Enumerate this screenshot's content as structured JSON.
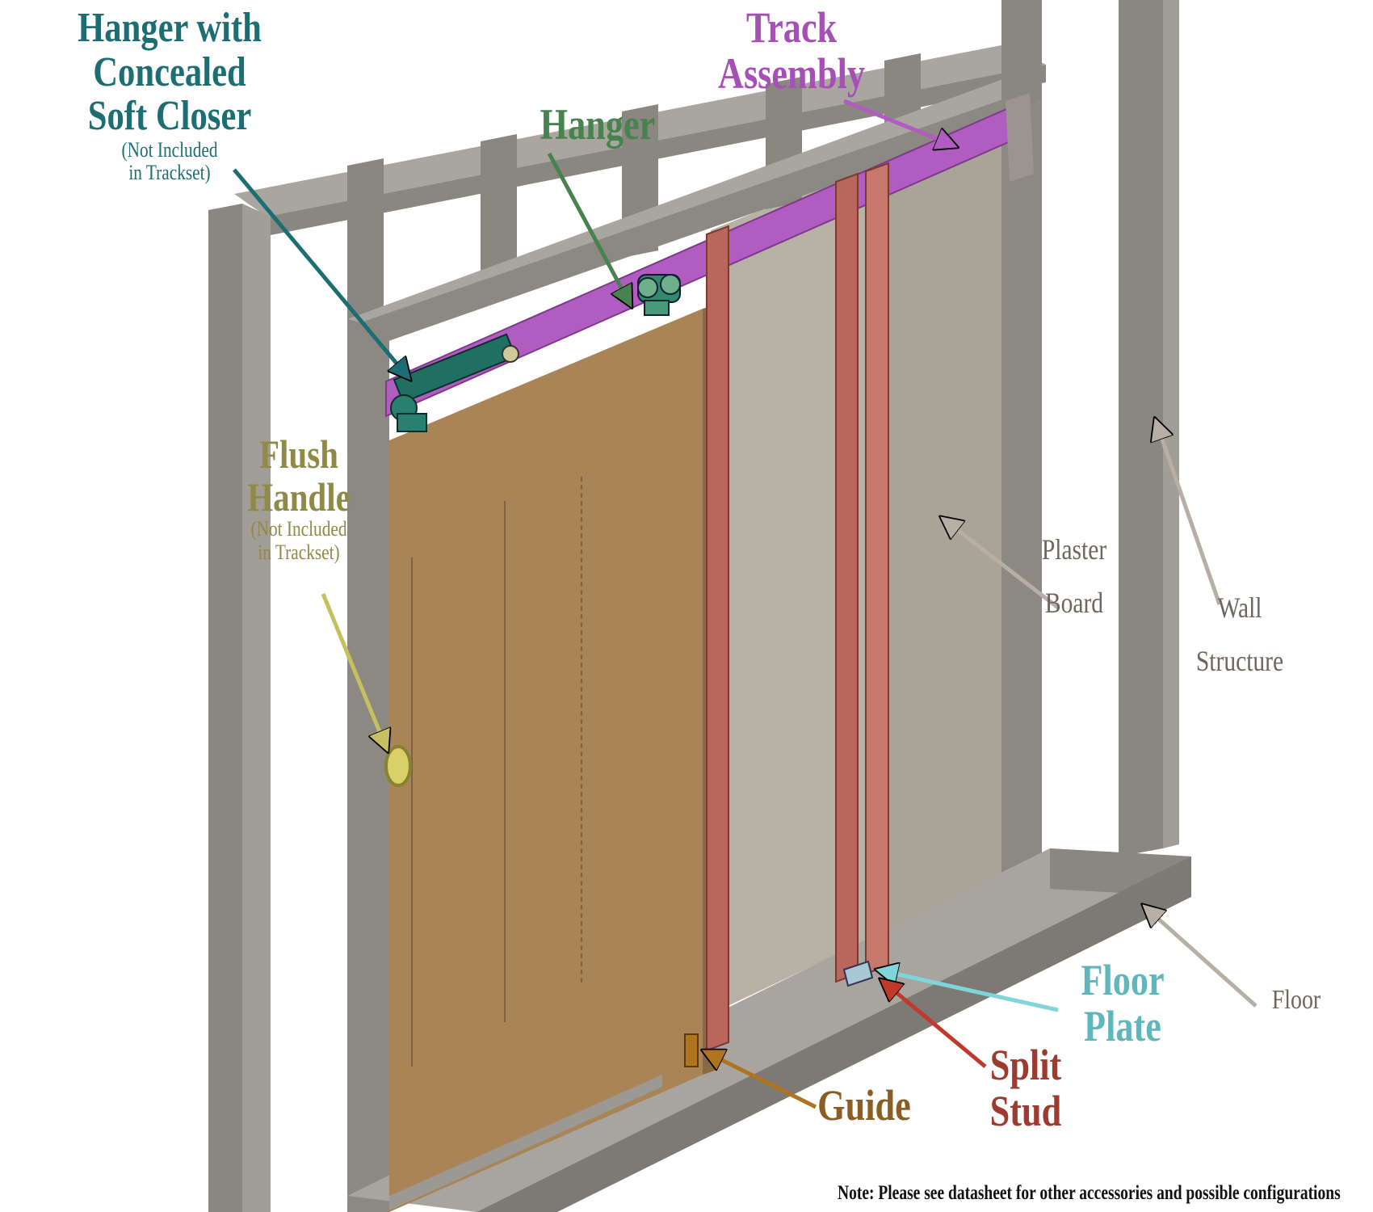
{
  "labels": {
    "closer": {
      "lines": [
        "Hanger with",
        "Concealed",
        "Soft Closer"
      ],
      "note": [
        "(Not Included",
        "in Trackset)"
      ]
    },
    "hanger": {
      "lines": [
        "Hanger"
      ]
    },
    "track": {
      "lines": [
        "Track",
        "Assembly"
      ]
    },
    "handle": {
      "lines": [
        "Flush",
        "Handle"
      ],
      "note": [
        "(Not Included",
        "in Trackset)"
      ]
    },
    "plaster": {
      "lines": [
        "Plaster",
        "Board"
      ]
    },
    "wall": {
      "lines": [
        "Wall",
        "Structure"
      ]
    },
    "floor": {
      "lines": [
        "Floor"
      ]
    },
    "plate": {
      "lines": [
        "Floor",
        "Plate"
      ]
    },
    "split": {
      "lines": [
        "Split",
        "Stud"
      ]
    },
    "guide": {
      "lines": [
        "Guide"
      ]
    }
  },
  "note": "Note: Please see datasheet for other accessories and possible configurations",
  "colors": {
    "frame": "#8a8680",
    "frame_light": "#a09c96",
    "frame_dark": "#6f6b66",
    "track": "#b05cc0",
    "door": "#a98457",
    "split_stud": "#b9675c",
    "board": "#b8b2a6",
    "handle": "#d9d06a"
  }
}
